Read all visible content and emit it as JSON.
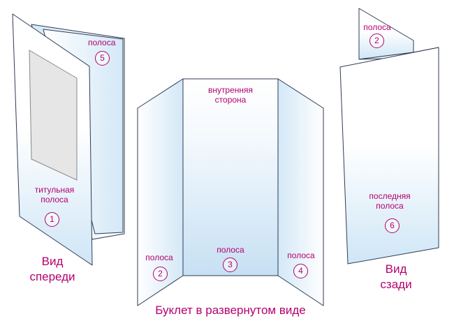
{
  "front": {
    "panel5_label": "полоса",
    "panel5_num": "5",
    "title_label": "титульная\nполоса",
    "title_num": "1",
    "caption": "Вид\nспереди"
  },
  "open": {
    "inner_label": "внутренняя\nсторона",
    "left_label": "полоса",
    "left_num": "2",
    "center_label": "полоса",
    "center_num": "3",
    "right_label": "полоса",
    "right_num": "4",
    "caption": "Буклет в развернутом виде"
  },
  "back": {
    "panel2_label": "полоса",
    "panel2_num": "2",
    "last_label": "последняя\nполоса",
    "last_num": "6",
    "caption": "Вид\nсзади"
  },
  "colors": {
    "outline": "#2f3a55",
    "accent": "#b4006e",
    "panel_fill": "#cfe6f6"
  }
}
